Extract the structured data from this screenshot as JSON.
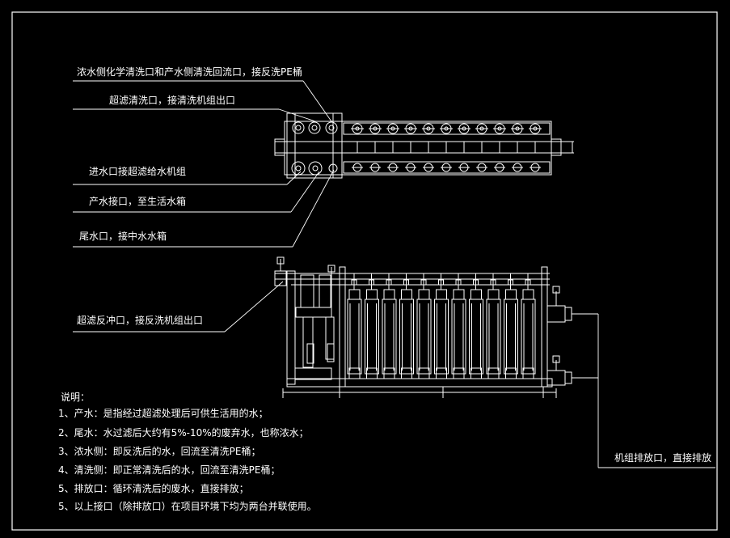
{
  "labels": {
    "top_chem_wash": "浓水侧化学清洗口和产水侧清洗回流口，接反洗PE桶",
    "top_uf_wash": "超滤清洗口，接清洗机组出口",
    "top_inlet": "进水口接超滤给水机组",
    "top_product": "产水接口，至生活水箱",
    "top_tail": "尾水口，接中水水箱",
    "front_backwash": "超滤反冲口，接反洗机组出口",
    "drain": "机组排放口，直接排放"
  },
  "notes": {
    "title": "说明：",
    "items": [
      "1、产水：是指经过超滤处理后可供生活用的水；",
      "2、尾水：水过滤后大约有5%-10%的废弃水，也称浓水；",
      "3、浓水侧：即反洗后的水，回流至清洗PE桶；",
      "4、清洗侧：即正常清洗后的水，回流至清洗PE桶；",
      "5、排放口：循环清洗后的废水，直接排放；",
      "5、以上接口（除排放口）在项目环境下均为两台并联使用。"
    ]
  },
  "colors": {
    "background": "#000000",
    "line": "#ffffff"
  }
}
